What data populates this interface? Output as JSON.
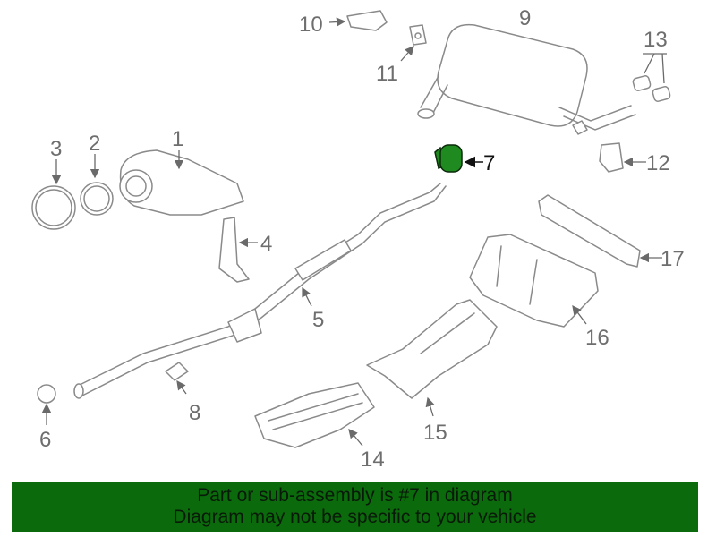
{
  "diagram": {
    "highlight_color": "#1f8a1f",
    "labels": {
      "p1": "1",
      "p2": "2",
      "p3": "3",
      "p4": "4",
      "p5": "5",
      "p6": "6",
      "p7": "7",
      "p8": "8",
      "p9": "9",
      "p10": "10",
      "p11": "11",
      "p12": "12",
      "p13": "13",
      "p14": "14",
      "p15": "15",
      "p16": "16",
      "p17": "17"
    }
  },
  "banner": {
    "color": "#0b6a0b",
    "line1": "Part or sub-assembly is #7 in diagram",
    "line2": "Diagram may not be specific to your vehicle"
  }
}
